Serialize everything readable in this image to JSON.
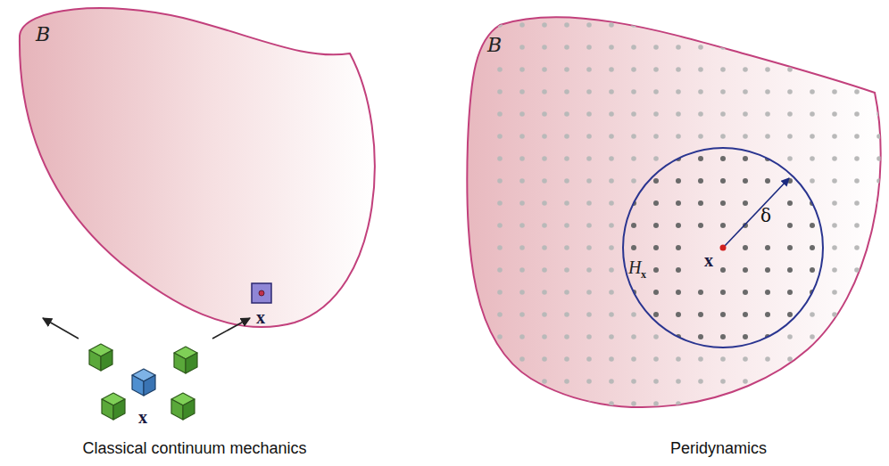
{
  "diagram": {
    "labels": [
      "B",
      "x",
      "x",
      "B",
      "H",
      "x",
      "x",
      "δ",
      "Classical continuum mechanics",
      "Peridynamics"
    ]
  }
}
